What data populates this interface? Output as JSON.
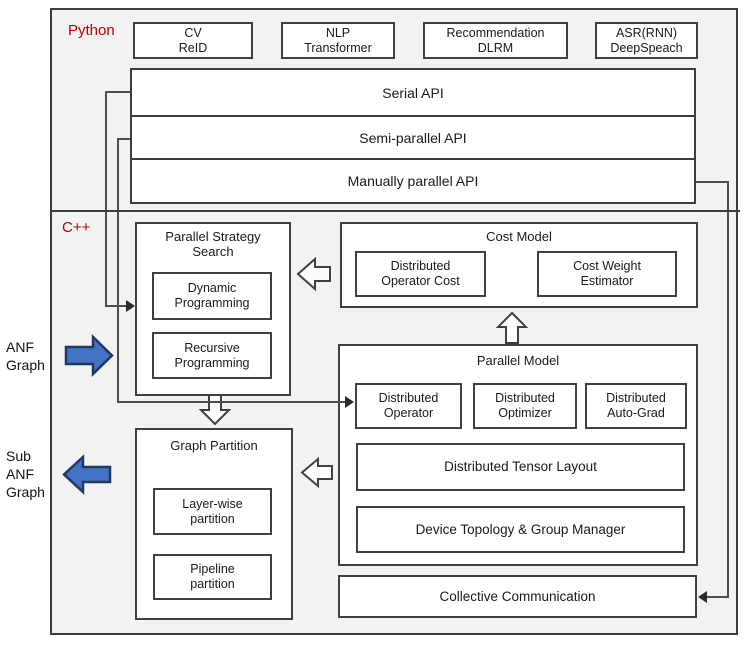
{
  "colors": {
    "section_label_red": "#c00000",
    "io_arrow_blue": "#4472c4",
    "io_arrow_blue_border": "#1f3864",
    "box_border": "#404040",
    "canvas_bg": "#f2f2f2"
  },
  "python_section": {
    "label": "Python",
    "app_boxes": [
      {
        "line1": "CV",
        "line2": "ReID"
      },
      {
        "line1": "NLP",
        "line2": "Transformer"
      },
      {
        "line1": "Recommendation",
        "line2": "DLRM"
      },
      {
        "line1": "ASR(RNN)",
        "line2": "DeepSpeach"
      }
    ],
    "api_bars": [
      {
        "label": "Serial API"
      },
      {
        "label": "Semi-parallel API"
      },
      {
        "label": "Manually parallel API"
      }
    ]
  },
  "cpp_section": {
    "label": "C++",
    "parallel_strategy_search": {
      "title_line1": "Parallel Strategy",
      "title_line2": "Search",
      "children": [
        {
          "line1": "Dynamic",
          "line2": "Programming"
        },
        {
          "line1": "Recursive",
          "line2": "Programming"
        }
      ]
    },
    "cost_model": {
      "title": "Cost Model",
      "children": [
        {
          "line1": "Distributed",
          "line2": "Operator Cost"
        },
        {
          "line1": "Cost Weight",
          "line2": "Estimator"
        }
      ]
    },
    "parallel_model": {
      "title": "Parallel Model",
      "top_row": [
        {
          "line1": "Distributed",
          "line2": "Operator"
        },
        {
          "line1": "Distributed",
          "line2": "Optimizer"
        },
        {
          "line1": "Distributed",
          "line2": "Auto-Grad"
        }
      ],
      "wide_rows": [
        {
          "label": "Distributed Tensor Layout"
        },
        {
          "label": "Device Topology & Group Manager"
        }
      ]
    },
    "graph_partition": {
      "title": "Graph Partition",
      "children": [
        {
          "line1": "Layer-wise",
          "line2": "partition"
        },
        {
          "line1": "Pipeline",
          "line2": "partition"
        }
      ]
    },
    "collective_communication": {
      "label": "Collective Communication"
    }
  },
  "io": {
    "input_line1": "ANF",
    "input_line2": "Graph",
    "output_line1": "Sub",
    "output_line2": "ANF",
    "output_line3": "Graph"
  }
}
